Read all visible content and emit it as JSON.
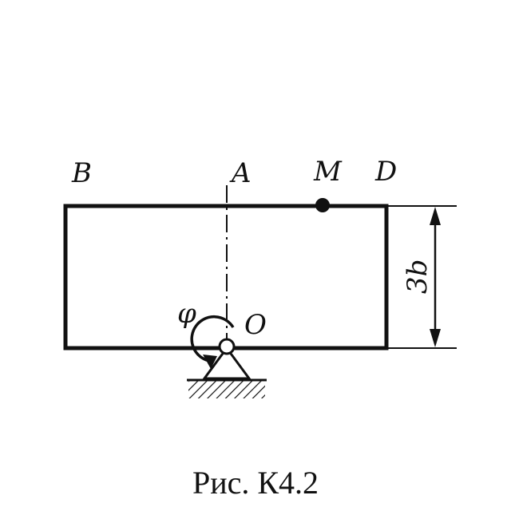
{
  "labels": {
    "B": "B",
    "A": "A",
    "M": "M",
    "D": "D",
    "O": "O",
    "phi": "φ",
    "dimension": "3b"
  },
  "caption": "Рис. К4.2"
}
